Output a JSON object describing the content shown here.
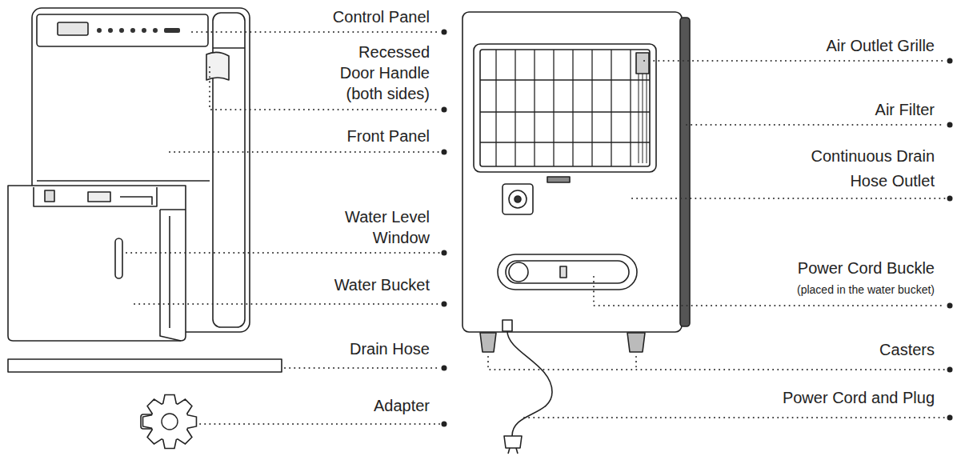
{
  "diagram": {
    "labels": [
      "Control Panel",
      "Recessed Door Handle (both sides)",
      "Front Panel",
      "Water Level Window",
      "Water Bucket",
      "Drain Hose",
      "Adapter",
      "Air Outlet Grille",
      "Air Filter",
      "Continuous Drain Hose Outlet",
      "Power Cord Buckle",
      "(placed in the water bucket)",
      "Casters",
      "Power Cord and Plug"
    ]
  }
}
